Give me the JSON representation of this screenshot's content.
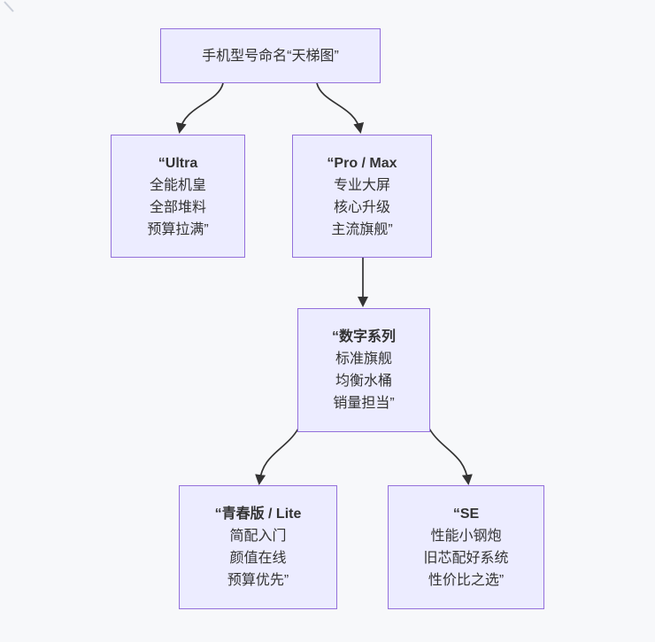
{
  "diagram": {
    "root": {
      "label": "手机型号命名“天梯图”"
    },
    "nodes": [
      {
        "id": "ultra",
        "title": "“Ultra",
        "lines": [
          "全能机皇",
          "全部堆料",
          "预算拉满”"
        ]
      },
      {
        "id": "promax",
        "title": "“Pro / Max",
        "lines": [
          "专业大屏",
          "核心升级",
          "主流旗舰”"
        ]
      },
      {
        "id": "digital",
        "title": "“数字系列",
        "lines": [
          "标准旗舰",
          "均衡水桶",
          "销量担当”"
        ]
      },
      {
        "id": "lite",
        "title": "“青春版 / Lite",
        "lines": [
          "简配入门",
          "颜值在线",
          "预算优先”"
        ]
      },
      {
        "id": "se",
        "title": "“SE",
        "lines": [
          "性能小钢炮",
          "旧芯配好系统",
          "性价比之选”"
        ]
      }
    ],
    "colors": {
      "background": "#f7f8fa",
      "node_fill": "#ececff",
      "node_border": "#9370db",
      "edge": "#333333",
      "text": "#333333"
    }
  }
}
